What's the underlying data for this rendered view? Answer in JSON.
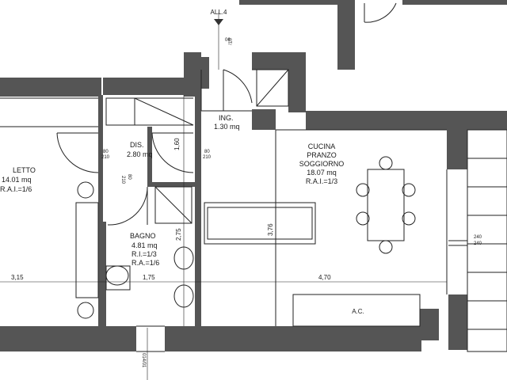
{
  "header": {
    "label": "ALL.4",
    "code_top": "0T/",
    "code_bottom": "06"
  },
  "rooms": {
    "letto": {
      "name": "LETTO",
      "area": "14.01 mq",
      "rai": "R.A.I.=1/6"
    },
    "dis": {
      "name": "DIS.",
      "area": "2.80 mq"
    },
    "ing": {
      "name": "ING.",
      "area": "1.30 mq"
    },
    "cucina": {
      "line1": "CUCINA",
      "line2": "PRANZO",
      "line3": "SOGGIORNO",
      "area": "18.07 mq",
      "rai": "R.A.I.=1/3"
    },
    "bagno": {
      "name": "BAGNO",
      "area": "4.81 mq",
      "ri": "R.I.=1/3",
      "ra": "R.A.=1/6"
    }
  },
  "dimensions": {
    "letto_width": "3,15",
    "bagno_width": "1,75",
    "cucina_width": "4,70",
    "dis_depth": "1,60",
    "bagno_depth": "2,75",
    "cucina_depth": "3,76"
  },
  "doors": {
    "left": {
      "top": "80",
      "bottom": "210"
    },
    "right": {
      "top": "80",
      "bottom": "210"
    },
    "bath_a": "80",
    "bath_b": "210",
    "window": {
      "top": "240",
      "bottom": "240"
    },
    "bottom_code": "014/01"
  },
  "equipment": {
    "ac": "A.C."
  }
}
